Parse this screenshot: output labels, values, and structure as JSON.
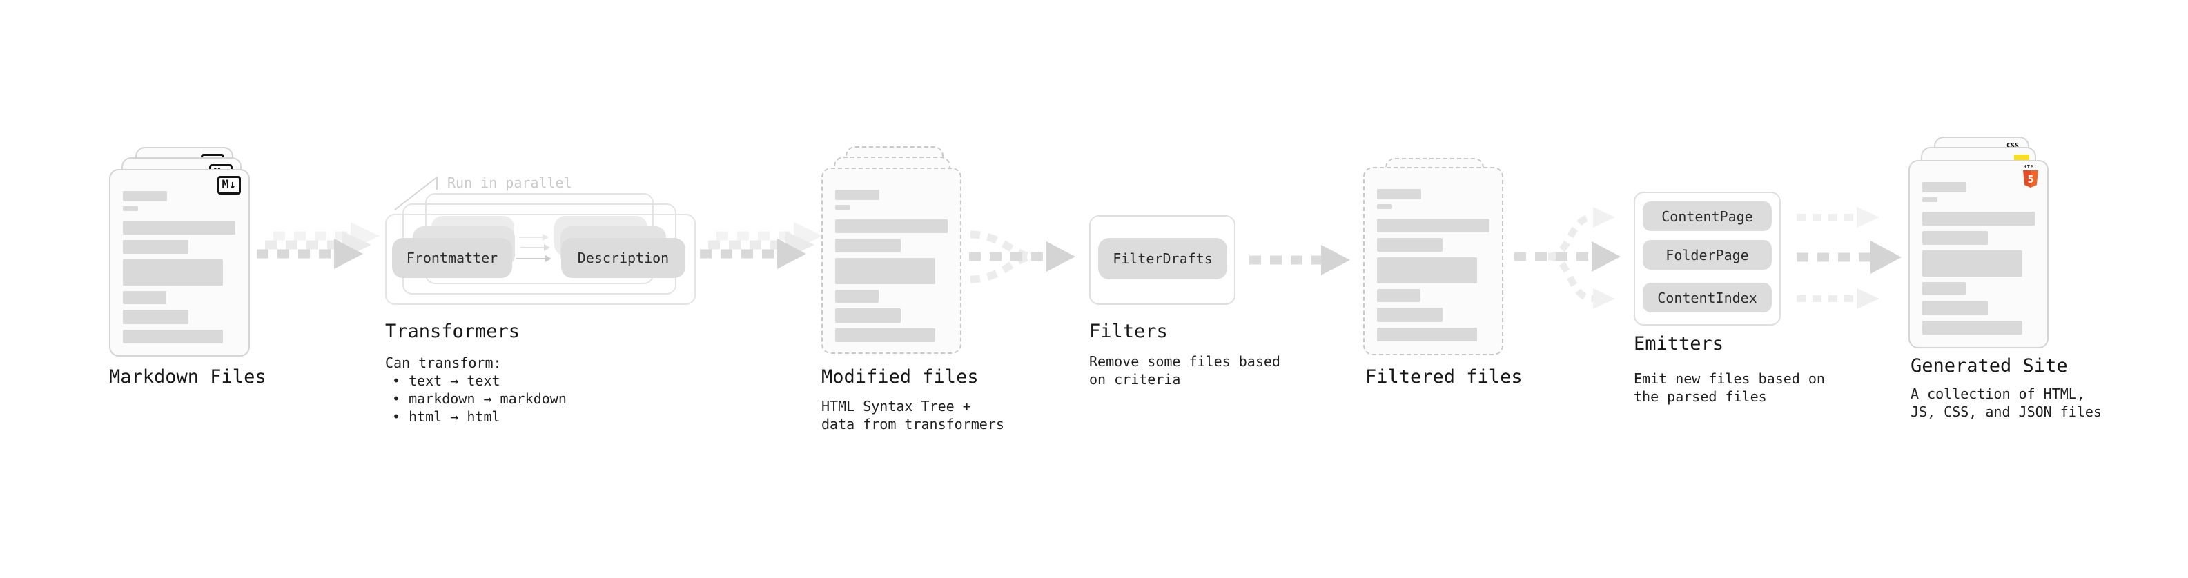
{
  "diagram": {
    "markdown": {
      "label": "Markdown Files",
      "badge": "M↓"
    },
    "transformers": {
      "label": "Transformers",
      "note": "Run in parallel",
      "pill_left": "Frontmatter",
      "pill_right": "Description",
      "desc_title": "Can transform:",
      "bullets": [
        "• text → text",
        "• markdown → markdown",
        "• html → html"
      ]
    },
    "modified": {
      "label": "Modified files",
      "desc": [
        "HTML Syntax Tree +",
        "data from transformers"
      ]
    },
    "filters": {
      "label": "Filters",
      "pill": "FilterDrafts",
      "desc": [
        "Remove some files based",
        "on criteria"
      ]
    },
    "filtered": {
      "label": "Filtered files"
    },
    "emitters": {
      "label": "Emitters",
      "pills": [
        "ContentPage",
        "FolderPage",
        "ContentIndex"
      ],
      "desc": [
        "Emit new files based on",
        "the parsed files"
      ]
    },
    "generated": {
      "label": "Generated Site",
      "desc": [
        "A collection of HTML,",
        "JS, CSS, and JSON files"
      ],
      "css_badge": "CSS",
      "html5_label": "HTML",
      "html5_number": "5"
    }
  },
  "colors": {
    "arrow_main": "#d8d8d8",
    "arrow_ghost": "#ececec",
    "bar": "#d9d9d9",
    "pill": "#dcdcdc",
    "note_text": "#c9c9c9",
    "html5_orange": "#e44d26",
    "js_yellow": "#f7df1e",
    "css_blue": "#2d6be3"
  }
}
